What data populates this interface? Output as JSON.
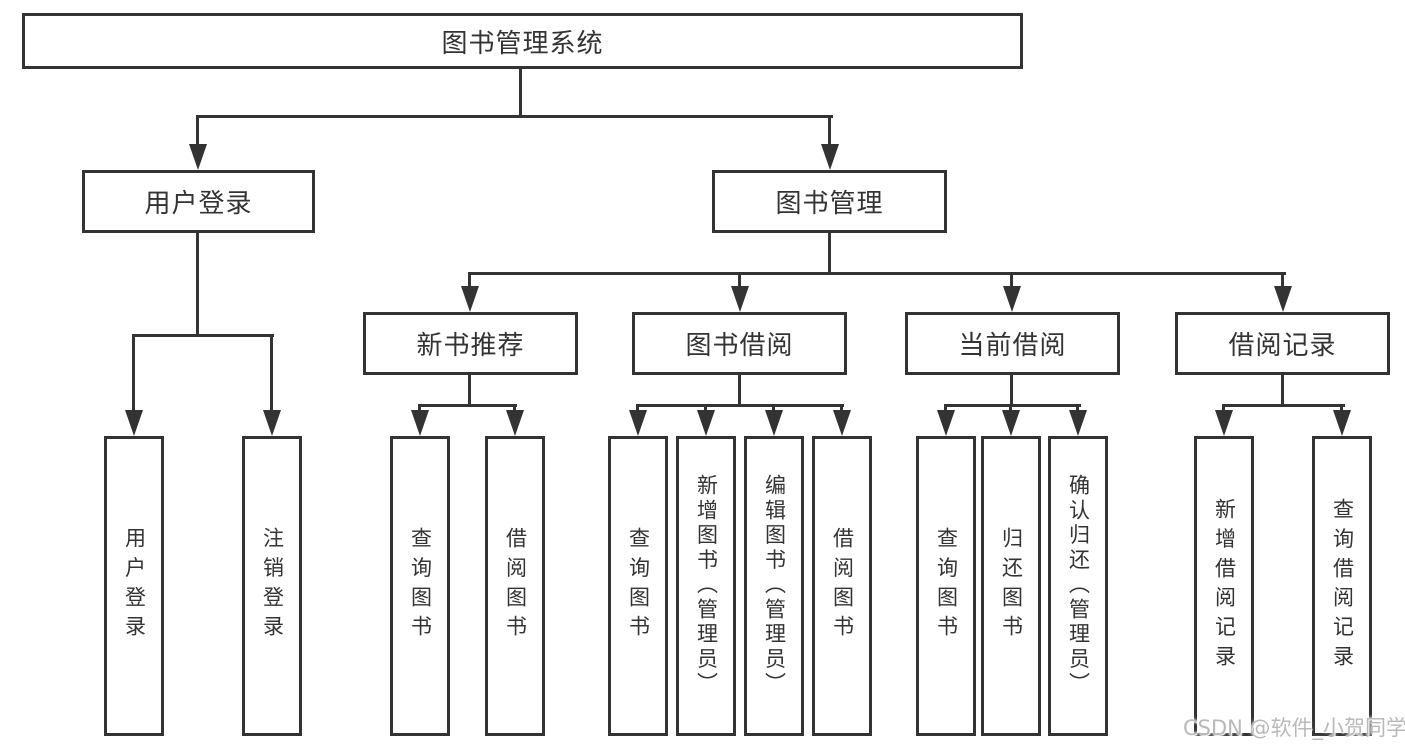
{
  "tree": {
    "root": {
      "label": "图书管理系统",
      "children": [
        {
          "label": "用户登录",
          "children": [
            {
              "label": "用户登录"
            },
            {
              "label": "注销登录"
            }
          ]
        },
        {
          "label": "图书管理",
          "children": [
            {
              "label": "新书推荐",
              "children": [
                {
                  "label": "查询图书"
                },
                {
                  "label": "借阅图书"
                }
              ]
            },
            {
              "label": "图书借阅",
              "children": [
                {
                  "label": "查询图书"
                },
                {
                  "label": "新增图书（管理员）"
                },
                {
                  "label": "编辑图书（管理员）"
                },
                {
                  "label": "借阅图书"
                }
              ]
            },
            {
              "label": "当前借阅",
              "children": [
                {
                  "label": "查询图书"
                },
                {
                  "label": "归还图书"
                },
                {
                  "label": "确认归还（管理员）"
                }
              ]
            },
            {
              "label": "借阅记录",
              "children": [
                {
                  "label": "新增借阅记录"
                },
                {
                  "label": "查询借阅记录"
                }
              ]
            }
          ]
        }
      ]
    }
  },
  "watermark": {
    "text": "CSDN @软件_小贺同学"
  },
  "colors": {
    "line": "#333333",
    "box_border": "#333333",
    "box_background": "#ffffff",
    "text": "#333333",
    "watermark": "#b9b9b9",
    "background": "#ffffff"
  }
}
